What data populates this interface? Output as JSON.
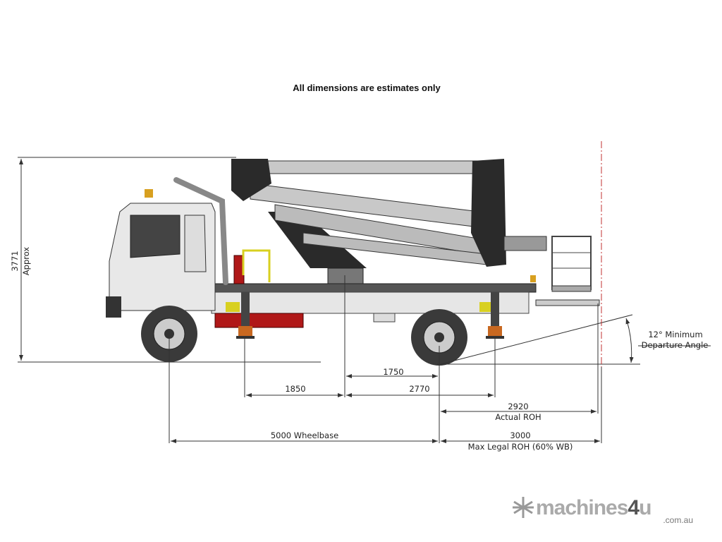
{
  "title": "All dimensions are estimates only",
  "dimensions": {
    "height_value": "3771",
    "height_note": "Approx",
    "d1750": "1750",
    "d1850": "1850",
    "d2770": "2770",
    "d2920": "2920",
    "actual_roh": "Actual ROH",
    "d3000": "3000",
    "max_legal_roh": "Max Legal ROH (60% WB)",
    "wheelbase": "5000 Wheelbase",
    "angle_line1": "12° Minimum",
    "angle_line2": "Departure Angle"
  },
  "logo": {
    "brand": "machines4u",
    "domain": ".com.au"
  },
  "colors": {
    "boom_dark": "#2a2a2a",
    "boom_light": "#c8c8c8",
    "red": "#b01818",
    "yellow": "#d8d020",
    "orange": "#d08a20"
  }
}
